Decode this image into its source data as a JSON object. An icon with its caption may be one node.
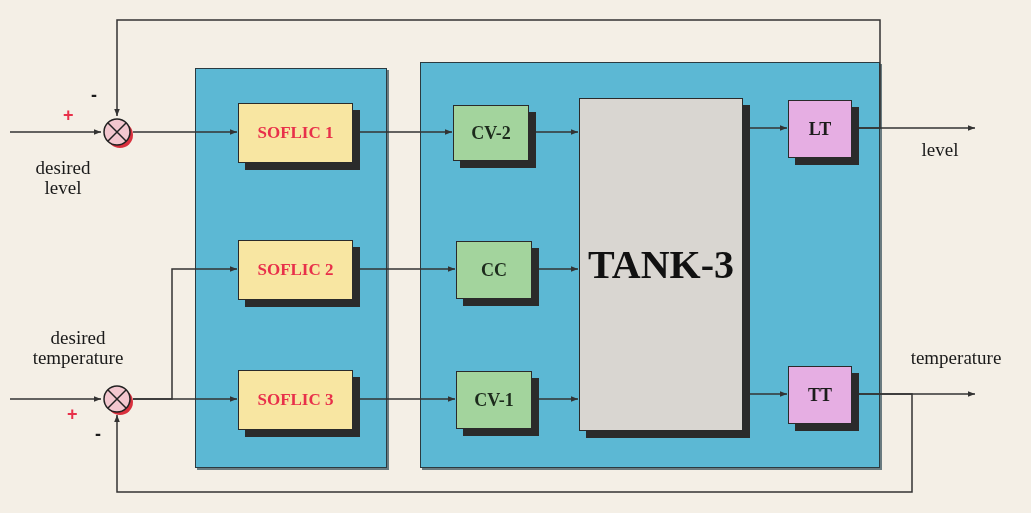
{
  "diagram": {
    "nodes": [
      {
        "text": [],
        "shape": "box"
      },
      {
        "text": [],
        "shape": "box"
      },
      {
        "text": [],
        "shape": "circle",
        "beside": [
          "+",
          "-"
        ]
      },
      {
        "text": [
          "SOFLIC 1"
        ],
        "in": 0
      },
      {
        "text": [
          "SOFLIC 2"
        ],
        "in": 0
      },
      {
        "text": [
          "SOFLIC 3"
        ],
        "in": 0
      },
      {
        "text": [
          "CV-2"
        ],
        "in": 1
      },
      {
        "text": [
          "CC"
        ],
        "in": 1
      },
      {
        "text": [
          "CV-1"
        ],
        "in": 1
      },
      {
        "text": [
          "TANK-3"
        ],
        "in": 1
      },
      {
        "text": [
          "LT"
        ],
        "in": 1
      },
      {
        "text": [
          "TT"
        ],
        "in": 1
      },
      {
        "text": [],
        "shape": "circle",
        "beside": [
          "+",
          "-"
        ]
      }
    ],
    "edges": [
      {
        "from": null,
        "to": 2,
        "arrow": "to"
      },
      {
        "from": 2,
        "to": 3,
        "arrow": "to"
      },
      {
        "from": 3,
        "to": 6,
        "arrow": "to"
      },
      {
        "from": 6,
        "to": 9,
        "arrow": "to"
      },
      {
        "from": 9,
        "to": 10,
        "arrow": "to"
      },
      {
        "from": 10,
        "to": null,
        "arrow": "to"
      },
      {
        "from": 10,
        "to": 2,
        "arrow": "to"
      },
      {
        "from": 12,
        "to": 5,
        "arrow": "to"
      },
      {
        "from": 12,
        "to": 4,
        "arrow": "to"
      },
      {
        "from": 4,
        "to": 7,
        "arrow": "to"
      },
      {
        "from": 5,
        "to": 8,
        "arrow": "to"
      },
      {
        "from": 7,
        "to": 9,
        "arrow": "to"
      },
      {
        "from": 8,
        "to": 9,
        "arrow": "to"
      },
      {
        "from": 9,
        "to": 11,
        "arrow": "to"
      },
      {
        "from": 11,
        "to": null,
        "arrow": "to"
      },
      {
        "from": 11,
        "to": 12,
        "arrow": "to"
      },
      {
        "from": null,
        "to": 12,
        "arrow": "to"
      }
    ],
    "labels": [
      "desired level",
      "level",
      "desired temperature",
      "temperature"
    ]
  }
}
